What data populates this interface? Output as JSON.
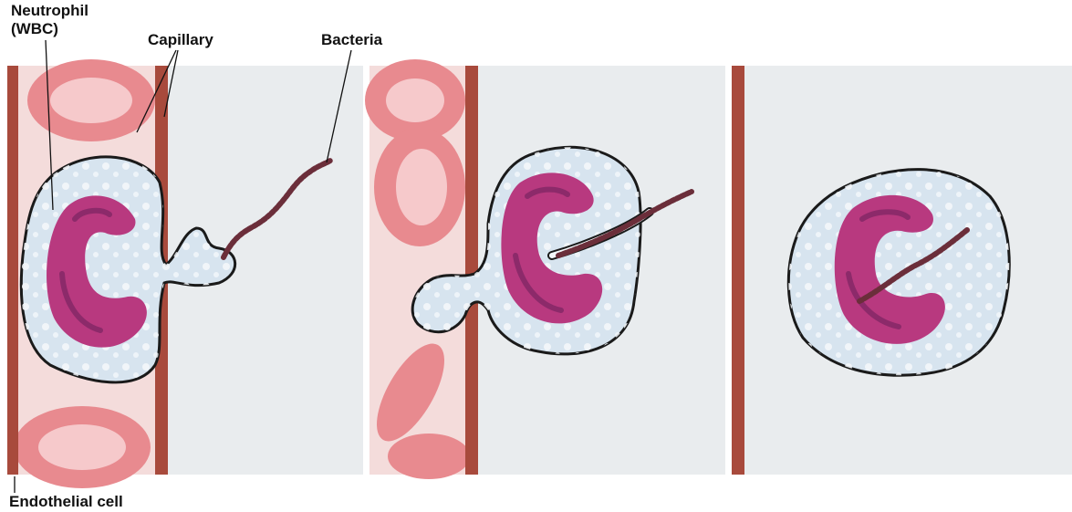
{
  "labels": {
    "neutrophil_line1": "Neutrophil",
    "neutrophil_line2": "(WBC)",
    "capillary": "Capillary",
    "bacteria": "Bacteria",
    "endothelial": "Endothelial cell"
  },
  "colors": {
    "panel_bg": "#e9ecee",
    "capillary_fill": "#f3d9d8",
    "vessel_wall": "#a84a3c",
    "rbc": "#e88a8f",
    "rbc_light": "#f6c9cb",
    "cell_fill": "#d7e4ef",
    "nucleus": "#b8397f",
    "nucleus_dark": "#8c2a6a",
    "bacteria": "#6b2e3a",
    "outline": "#1a1a1a"
  }
}
